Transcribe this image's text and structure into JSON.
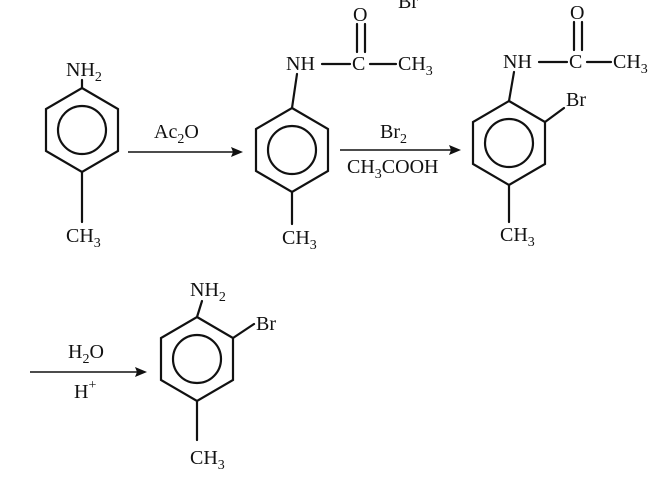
{
  "labels": {
    "nh2": "NH",
    "nh2_sub": "2",
    "ch3": "CH",
    "ch3_sub": "3",
    "nh": "NH",
    "c": "C",
    "o": "O",
    "br": "Br",
    "cooh": "COOH",
    "h2o_h": "H",
    "h2o_sub": "2",
    "h2o_o": "O",
    "hplus_h": "H",
    "hplus_sup": "+",
    "ac_ac": "Ac",
    "ac_sub": "2",
    "ac_o": "O",
    "br2_br": "Br",
    "br2_sub": "2",
    "top_partial": "Br"
  },
  "reagents": {
    "step1": "Ac2O",
    "step2_top": "Br2",
    "step2_bottom": "CH3COOH",
    "step3_top": "H2O",
    "step3_bottom": "H+"
  },
  "colors": {
    "ink": "#111111",
    "background": "#ffffff"
  }
}
